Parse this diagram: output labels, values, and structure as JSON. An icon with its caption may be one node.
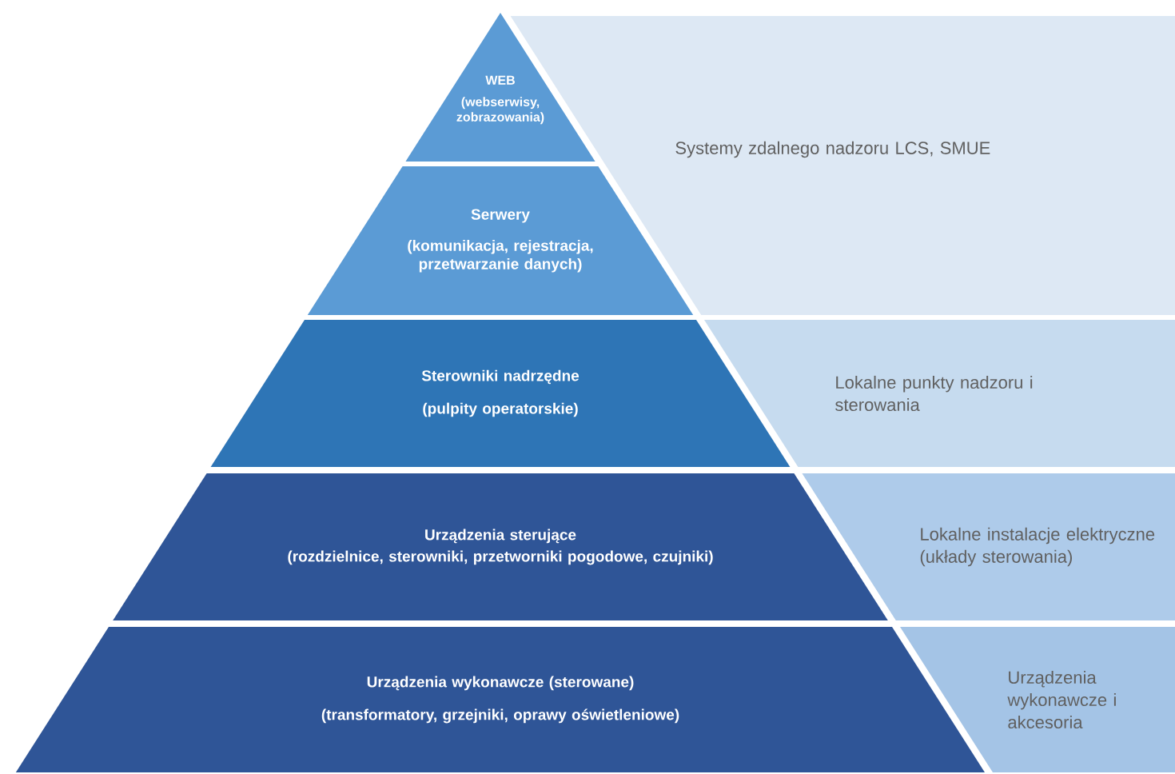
{
  "diagram": {
    "nodes": [
      {
        "text": [
          "WEB",
          "(webserwisy, zobrazowania)"
        ]
      },
      {
        "text": [
          "Serwery",
          "(komunikacja, rejestracja, przetwarzanie danych)"
        ]
      },
      {
        "text": [
          "Sterowniki nadrzędne",
          "(pulpity operatorskie)"
        ]
      },
      {
        "text": [
          "Urządzenia sterujące",
          "(rozdzielnice, sterowniki, przetworniki pogodowe, czujniki)"
        ]
      },
      {
        "text": [
          "Urządzenia wykonawcze (sterowane)",
          "(transformatory, grzejniki, oprawy oświetleniowe)"
        ]
      },
      {
        "text": [
          "Systemy zdalnego nadzoru LCS, SMUE"
        ]
      },
      {
        "text": [
          "Lokalne punkty nadzoru i sterowania"
        ]
      },
      {
        "text": [
          "Lokalne instalacje elektryczne (układy sterowania)"
        ]
      },
      {
        "text": [
          "Urządzenia wykonawcze i akcesoria"
        ]
      }
    ],
    "edges": []
  }
}
